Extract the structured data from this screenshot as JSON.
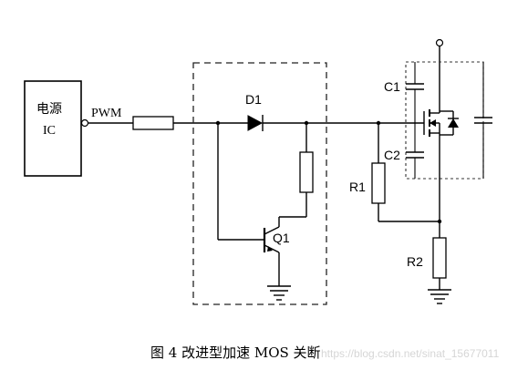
{
  "diagram": {
    "ic_block": {
      "line1": "电源",
      "line2": "IC"
    },
    "pwm_label": "PWM",
    "diode_label": "D1",
    "transistor_label": "Q1",
    "cap1_label": "C1",
    "cap2_label": "C2",
    "r1_label": "R1",
    "r2_label": "R2"
  },
  "caption": "图 4 改进型加速 MOS 关断",
  "watermark": "https://blog.csdn.net/sinat_15677011"
}
